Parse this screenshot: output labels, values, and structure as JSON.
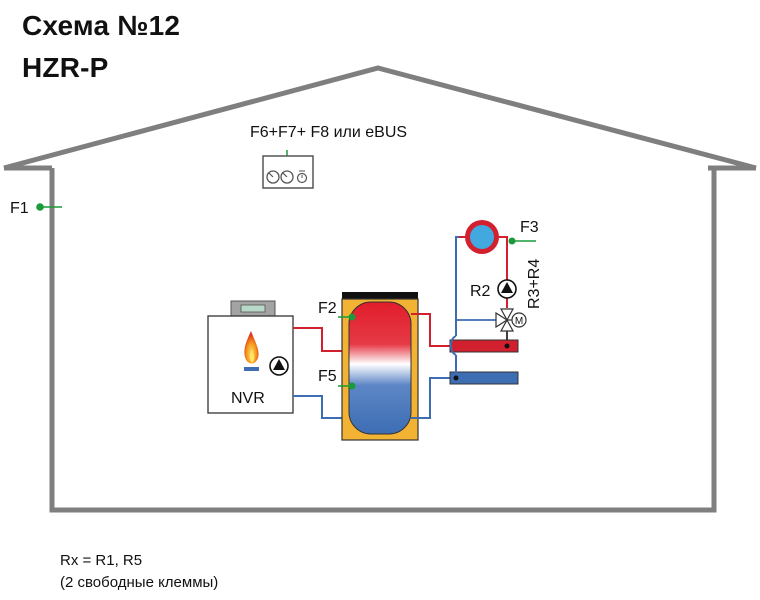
{
  "title_line1": "Схема №12",
  "title_line2": "HZR-P",
  "notes": {
    "line1": "Rx = R1, R5",
    "line2": "(2 свободные клеммы)"
  },
  "labels": {
    "controller": "F6+F7+ F8 или eBUS",
    "outdoor_sensor": "F1",
    "room_sensor": "F3",
    "tank_top_sensor": "F2",
    "tank_bottom_sensor": "F5",
    "heating_pump": "R2",
    "mixer_outputs": "R3+R4",
    "mixer_motor": "M",
    "boiler": "NVR"
  },
  "colors": {
    "house_outline": "#7f7f7f",
    "sensor": "#1a9a3a",
    "supply_pipe": "#d2202f",
    "return_pipe": "#3d6db3",
    "tank_jacket": "#f2b233",
    "radiator": "#41a8e0"
  },
  "icons": {
    "flame": "flame-icon",
    "pump": "pump-icon",
    "mixer_motor": "mixer-motor-icon",
    "radiator": "radiator-icon"
  }
}
